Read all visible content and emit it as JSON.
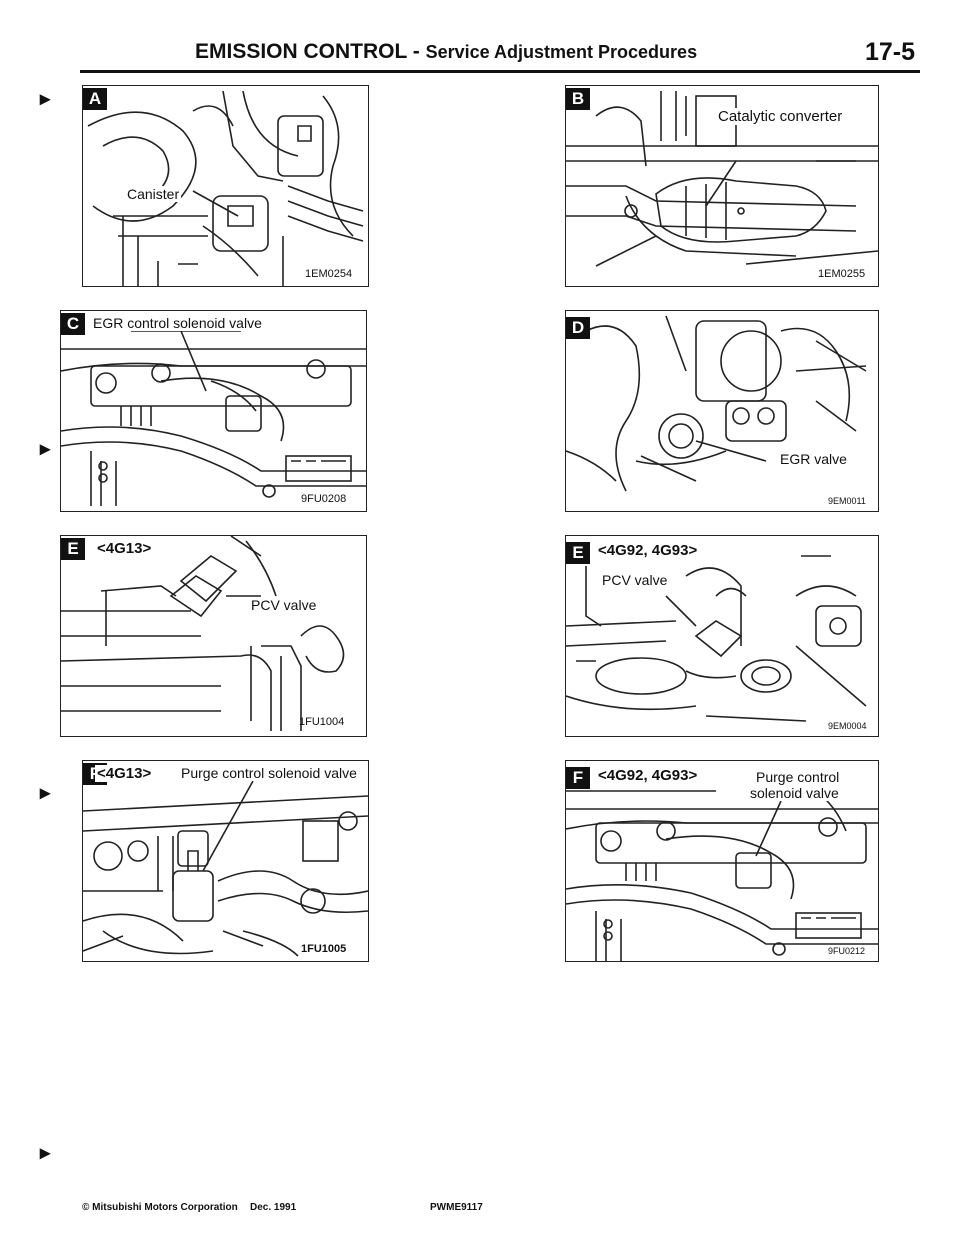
{
  "header": {
    "title": "EMISSION CONTROL",
    "separator": " - ",
    "subtitle": "Service Adjustment Procedures",
    "page_number": "17-5"
  },
  "panels": [
    {
      "badge": "A",
      "labels": [
        "Canister"
      ],
      "code": "1EM0254"
    },
    {
      "badge": "B",
      "labels": [
        "Catalytic converter"
      ],
      "code": "1EM0255"
    },
    {
      "badge": "C",
      "labels": [
        "EGR control solenoid valve"
      ],
      "code": "9FU0208"
    },
    {
      "badge": "D",
      "labels": [
        "EGR valve"
      ],
      "code": "9EM0011"
    },
    {
      "badge": "E",
      "labels": [
        "<4G13>",
        "PCV valve"
      ],
      "code": "1FU1004"
    },
    {
      "badge": "E",
      "labels": [
        "<4G92, 4G93>",
        "PCV valve"
      ],
      "code": "9EM0004"
    },
    {
      "badge": "F",
      "labels": [
        "<4G13>",
        "Purge control solenoid valve"
      ],
      "code": "1FU1005"
    },
    {
      "badge": "F",
      "labels": [
        "<4G92, 4G93>",
        "Purge control",
        "solenoid valve"
      ],
      "code": "9FU0212"
    }
  ],
  "footer": {
    "copyright": "© Mitsubishi Motors Corporation",
    "date": "Dec. 1991",
    "doc_code": "PWME9117"
  }
}
